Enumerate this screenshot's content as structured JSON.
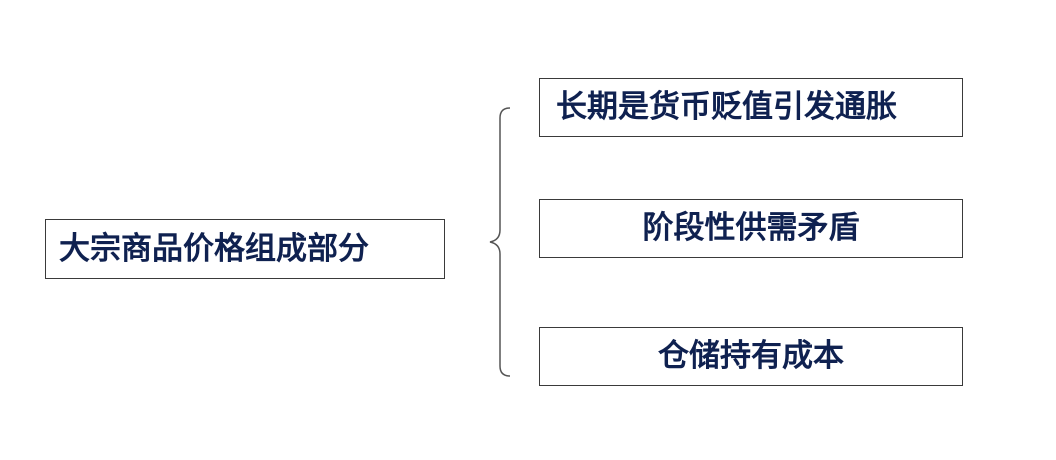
{
  "diagram": {
    "root": {
      "label": "大宗商品价格组成部分"
    },
    "branches": [
      {
        "label": "长期是货币贬值引发通胀"
      },
      {
        "label": "阶段性供需矛盾"
      },
      {
        "label": "仓储持有成本"
      }
    ],
    "colors": {
      "text": "#0f2150",
      "border": "#3a3a3a",
      "bracket": "#555555",
      "background": "#ffffff"
    }
  }
}
